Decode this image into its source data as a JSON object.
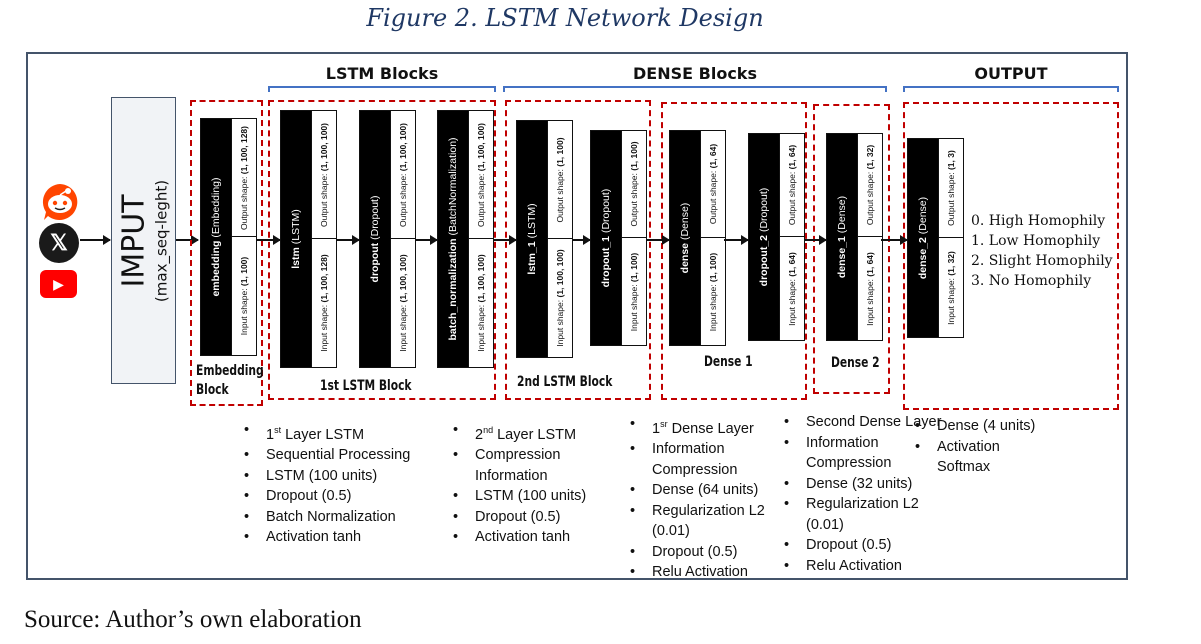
{
  "figure_title": "Figure 2. LSTM Network Design",
  "source_note": "Source: Author’s own elaboration",
  "sources": [
    {
      "name": "reddit",
      "icon": "reddit-icon",
      "color": "#ff4500"
    },
    {
      "name": "x",
      "icon": "x-icon",
      "color": "#111111",
      "glyph": "𝕏"
    },
    {
      "name": "youtube",
      "icon": "youtube-icon",
      "color": "#ff0000",
      "glyph": "▶"
    }
  ],
  "input_node": {
    "label": "IMPUT",
    "sublabel": "(max_seq-leght)"
  },
  "section_labels": {
    "lstm": "LSTM Blocks",
    "dense": "DENSE Blocks",
    "output": "OUTPUT"
  },
  "blocks": {
    "embedding": {
      "caption_line1": "Embedding",
      "caption_line2": "Block"
    },
    "lstm1": {
      "caption": "1st LSTM Block"
    },
    "lstm2": {
      "caption": "2nd LSTM Block"
    },
    "dense1": {
      "caption": "Dense 1"
    },
    "dense2": {
      "caption": "Dense 2"
    }
  },
  "layers": [
    {
      "name": "embedding",
      "type": "(Embedding)",
      "output_label": "Output shape:",
      "output_shape": "(1, 100, 128)",
      "input_label": "Input shape:",
      "input_shape": "(1, 100)"
    },
    {
      "name": "lstm",
      "type": "(LSTM)",
      "output_label": "Output shape:",
      "output_shape": "(1, 100, 100)",
      "input_label": "Input shape:",
      "input_shape": "(1, 100, 128)"
    },
    {
      "name": "dropout",
      "type": "(Dropout)",
      "output_label": "Output shape:",
      "output_shape": "(1, 100, 100)",
      "input_label": "Input shape:",
      "input_shape": "(1, 100, 100)"
    },
    {
      "name": "batch_normalization",
      "type": "(BatchNormalization)",
      "output_label": "Output shape:",
      "output_shape": "(1, 100, 100)",
      "input_label": "Input shape:",
      "input_shape": "(1, 100, 100)"
    },
    {
      "name": "lstm_1",
      "type": "(LSTM)",
      "output_label": "Output shape:",
      "output_shape": "(1, 100)",
      "input_label": "Input shape:",
      "input_shape": "(1, 100, 100)"
    },
    {
      "name": "dropout_1",
      "type": "(Dropout)",
      "output_label": "Output shape:",
      "output_shape": "(1, 100)",
      "input_label": "Input shape:",
      "input_shape": "(1, 100)"
    },
    {
      "name": "dense",
      "type": "(Dense)",
      "output_label": "Output shape:",
      "output_shape": "(1, 64)",
      "input_label": "Input shape:",
      "input_shape": "(1, 100)"
    },
    {
      "name": "dropout_2",
      "type": "(Dropout)",
      "output_label": "Output shape:",
      "output_shape": "(1, 64)",
      "input_label": "Input shape:",
      "input_shape": "(1, 64)"
    },
    {
      "name": "dense_1",
      "type": "(Dense)",
      "output_label": "Output shape:",
      "output_shape": "(1, 32)",
      "input_label": "Input shape:",
      "input_shape": "(1, 64)"
    },
    {
      "name": "dense_2",
      "type": "(Dense)",
      "output_label": "Output shape:",
      "output_shape": "(1, 3)",
      "input_label": "Input shape:",
      "input_shape": "(1, 32)"
    }
  ],
  "output_classes": [
    "0. High Homophily",
    "1. Low Homophily",
    "2. Slight Homophily",
    "3. No Homophily"
  ],
  "notes": {
    "lstm1": [
      {
        "pre": "1",
        "sup": "st",
        "post": " Layer LSTM"
      },
      {
        "text": "Sequential Processing"
      },
      {
        "text": "LSTM (100 units)"
      },
      {
        "text": "Dropout (0.5)"
      },
      {
        "text": "Batch Normalization"
      },
      {
        "text": "Activation tanh"
      }
    ],
    "lstm2": [
      {
        "pre": "2",
        "sup": "nd",
        "post": " Layer LSTM"
      },
      {
        "text": "Compression"
      },
      {
        "text": "Information",
        "cont": true
      },
      {
        "text": "LSTM (100 units)"
      },
      {
        "text": "Dropout (0.5)"
      },
      {
        "text": "Activation tanh"
      }
    ],
    "dense1": [
      {
        "pre": "1",
        "sup": "sr",
        "post": " Dense Layer"
      },
      {
        "text": "Information"
      },
      {
        "text": "Compression",
        "cont": true
      },
      {
        "text": "Dense (64 units)"
      },
      {
        "text": "Regularization L2"
      },
      {
        "text": "(0.01)",
        "cont": true
      },
      {
        "text": "Dropout (0.5)"
      },
      {
        "text": "Relu Activation"
      }
    ],
    "dense2": [
      {
        "text": "Second Dense Layer"
      },
      {
        "text": "Information"
      },
      {
        "text": "Compression",
        "cont": true
      },
      {
        "text": "Dense (32 units)"
      },
      {
        "text": "Regularization L2"
      },
      {
        "text": "(0.01)",
        "cont": true
      },
      {
        "text": "Dropout (0.5)"
      },
      {
        "text": "Relu Activation"
      }
    ],
    "output": [
      {
        "text": "Dense (4 units)"
      },
      {
        "text": "Activation"
      },
      {
        "text": "Softmax",
        "cont": true
      }
    ]
  }
}
